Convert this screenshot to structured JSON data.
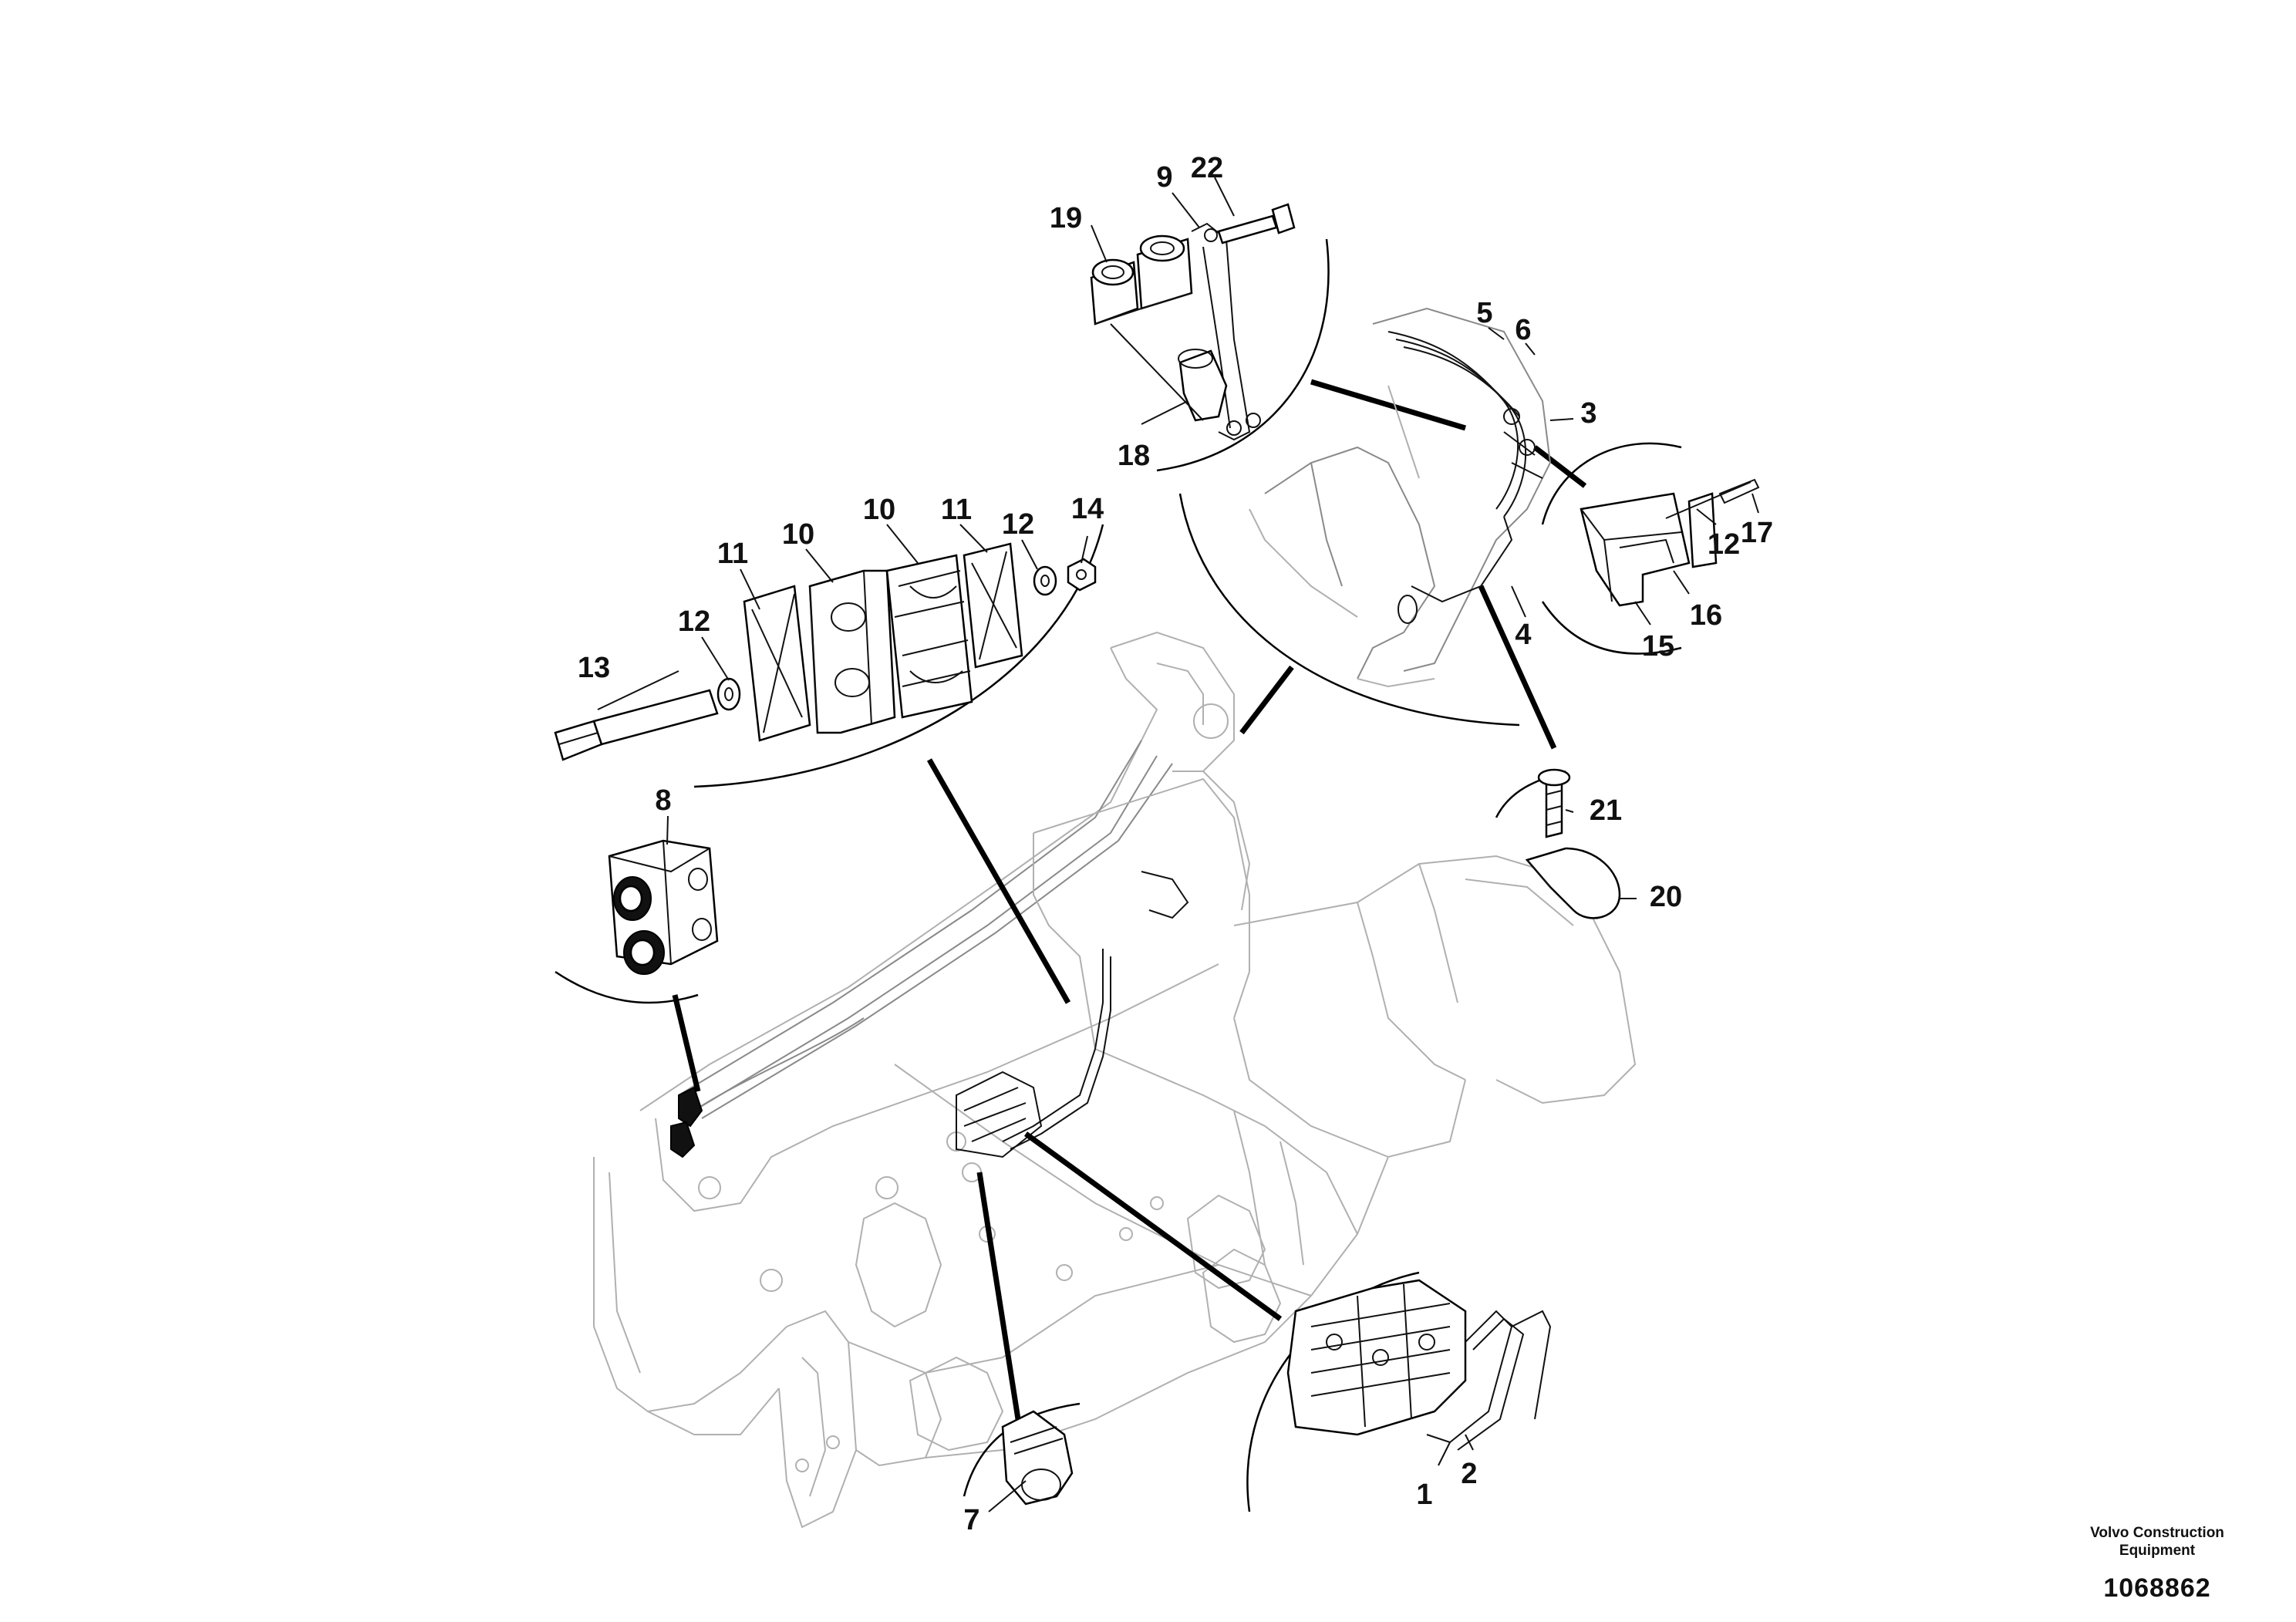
{
  "callouts": {
    "c1": "1",
    "c2": "2",
    "c3": "3",
    "c4": "4",
    "c5": "5",
    "c6": "6",
    "c7": "7",
    "c8": "8",
    "c9": "9",
    "c10a": "10",
    "c10b": "10",
    "c11a": "11",
    "c11b": "11",
    "c12a": "12",
    "c12b": "12",
    "c12c": "12",
    "c13": "13",
    "c14": "14",
    "c15": "15",
    "c16": "16",
    "c17": "17",
    "c18": "18",
    "c19": "19",
    "c20": "20",
    "c21": "21",
    "c22": "22"
  },
  "footer": {
    "company_line1": "Volvo Construction",
    "company_line2": "Equipment",
    "doc_number": "1068862"
  }
}
